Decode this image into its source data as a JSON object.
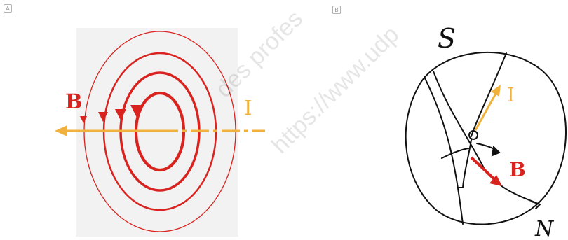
{
  "panels": {
    "a": {
      "tag": "A"
    },
    "b": {
      "tag": "B"
    }
  },
  "diagram_a": {
    "field_label": "B",
    "current_label": "I"
  },
  "diagram_b": {
    "pole_top": "S",
    "pole_bottom": "N",
    "current_label": "I",
    "field_label": "B"
  },
  "watermark": {
    "line1": "des profes",
    "line2": "https://www.udp"
  },
  "colors": {
    "field": "#d8231f",
    "current": "#f0b23c",
    "ink": "#111111"
  }
}
